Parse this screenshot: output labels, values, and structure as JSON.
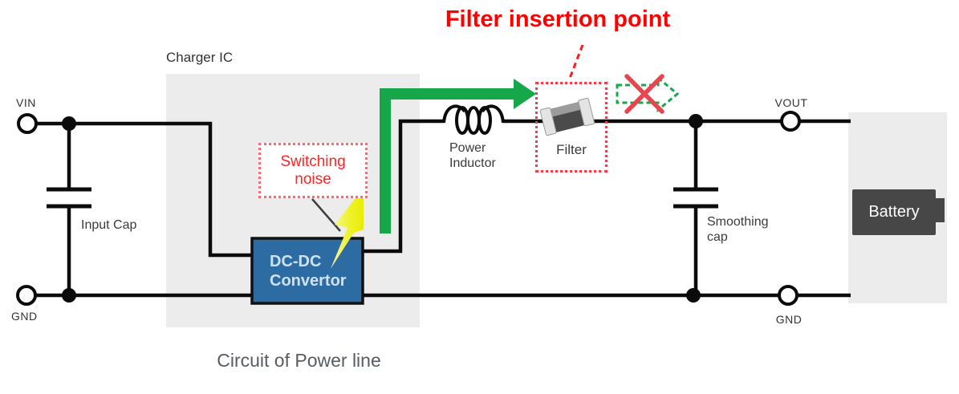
{
  "heading": {
    "filter_insertion_point": "Filter insertion point"
  },
  "blocks": {
    "charger_ic": {
      "label": "Charger IC"
    },
    "dcdc": {
      "label": "DC-DC Convertor"
    },
    "battery": {
      "label": "Battery"
    }
  },
  "terminals": {
    "vin": "VIN",
    "gnd_left": "GND",
    "vout": "VOUT",
    "gnd_right": "GND"
  },
  "components": {
    "input_cap": "Input Cap",
    "power_inductor": "Power Inductor",
    "filter": "Filter",
    "smoothing_cap": "Smoothing cap"
  },
  "annotations": {
    "switching_noise": "Switching noise"
  },
  "caption": "Circuit of Power line",
  "colors": {
    "noise_path_green": "#17a74b",
    "blocked_arrow_green": "#18a74b",
    "cross_red": "#e8464f",
    "alert_red": "#ff0000",
    "dotted_box_red": "#f43b47",
    "dcdc_fill_blue": "#2d6ca2",
    "dcdc_text_blue": "#cfe1f1",
    "block_gray": "#ececec",
    "battery_dark": "#474747",
    "bolt_yellow": "#edf005",
    "wire_black": "#0b0b0b",
    "label_gray": "#3a3a3a",
    "caption_gray": "#575c63"
  }
}
